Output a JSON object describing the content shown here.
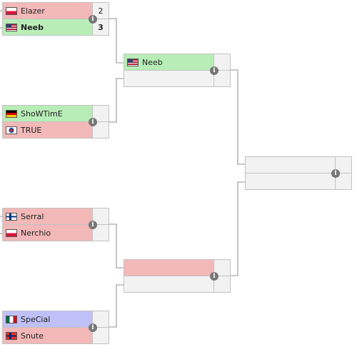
{
  "colors": {
    "win": "#b8edb8",
    "loss": "#f3b8b8",
    "tbd": "#c0c0f8",
    "empty": "#f2f2f2",
    "line": "#a6a6a6",
    "border": "#c2c2c2"
  },
  "info_icon_glyph": "i",
  "rounds": [
    {
      "matches": [
        {
          "top": {
            "name": "Elazer",
            "score": "2",
            "flag": "poland-flag-icon",
            "result": "loss",
            "bold": false
          },
          "bottom": {
            "name": "Neeb",
            "score": "3",
            "flag": "usa-flag-icon",
            "result": "win",
            "bold": true
          }
        },
        {
          "top": {
            "name": "ShoWTimE",
            "score": "",
            "flag": "germany-flag-icon",
            "result": "win",
            "bold": false
          },
          "bottom": {
            "name": "TRUE",
            "score": "",
            "flag": "south-korea-flag-icon",
            "result": "loss",
            "bold": false
          }
        },
        {
          "top": {
            "name": "Serral",
            "score": "",
            "flag": "finland-flag-icon",
            "result": "loss",
            "bold": false
          },
          "bottom": {
            "name": "Nerchio",
            "score": "",
            "flag": "poland-flag-icon",
            "result": "loss",
            "bold": false
          }
        },
        {
          "top": {
            "name": "SpeCial",
            "score": "",
            "flag": "mexico-flag-icon",
            "result": "tbd",
            "bold": false
          },
          "bottom": {
            "name": "Snute",
            "score": "",
            "flag": "norway-flag-icon",
            "result": "loss",
            "bold": false
          }
        }
      ]
    },
    {
      "matches": [
        {
          "top": {
            "name": "Neeb",
            "score": "",
            "flag": "usa-flag-icon",
            "result": "win",
            "bold": false
          },
          "bottom": {
            "name": "",
            "score": "",
            "flag": "",
            "result": "empty",
            "bold": false
          }
        },
        {
          "top": {
            "name": "",
            "score": "",
            "flag": "",
            "result": "loss",
            "bold": false
          },
          "bottom": {
            "name": "",
            "score": "",
            "flag": "",
            "result": "empty",
            "bold": false
          }
        }
      ]
    },
    {
      "matches": [
        {
          "top": {
            "name": "",
            "score": "",
            "flag": "",
            "result": "empty",
            "bold": false
          },
          "bottom": {
            "name": "",
            "score": "",
            "flag": "",
            "result": "empty",
            "bold": false
          }
        }
      ]
    }
  ]
}
